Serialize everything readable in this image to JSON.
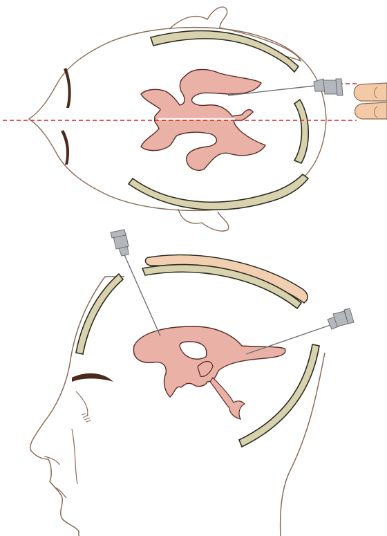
{
  "colors": {
    "outline": "#8a6a55",
    "bone": "#d8d2ae",
    "bone_stroke": "#2b2b1e",
    "ventricle": "#eab1a6",
    "ventricle_stroke": "#5a2a25",
    "scalp": "#f2cfb1",
    "reference_line": "#d62020",
    "needle_metal": "#b4b8bd",
    "needle_dark": "#6c7075",
    "finger": "#f4c9a5",
    "eyebrow": "#4a2a1a"
  },
  "figure": {
    "panels": [
      {
        "id": "top-view",
        "view": "axial-superior"
      },
      {
        "id": "side-view",
        "view": "sagittal-lateral"
      }
    ]
  }
}
